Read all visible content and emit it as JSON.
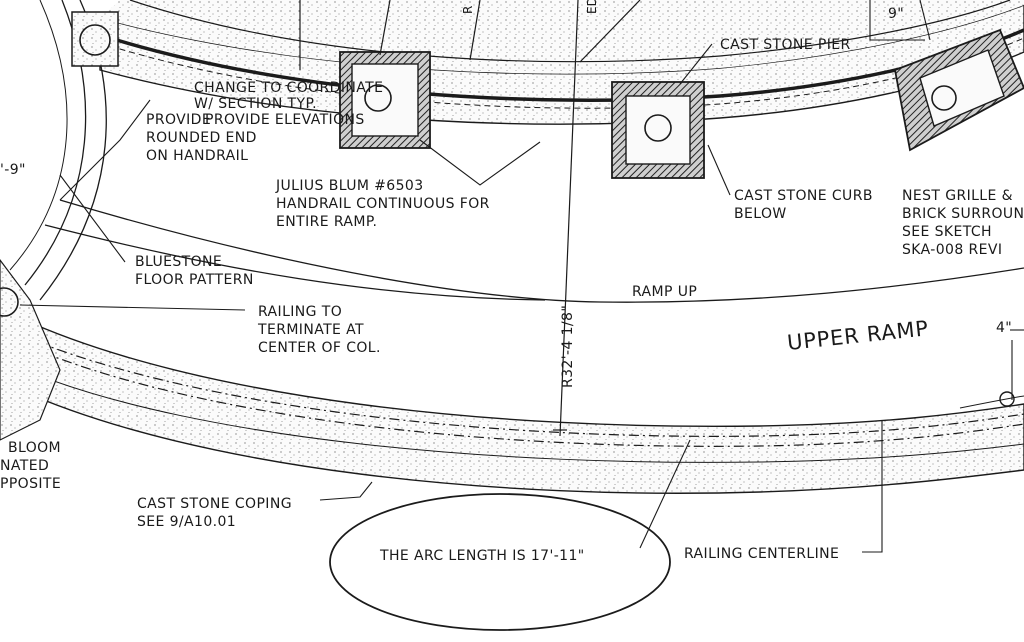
{
  "labels": {
    "cast_stone_pier": "CAST STONE PIER",
    "change_coordinate_1": "CHANGE TO COORDINATE",
    "change_coordinate_2": "W/ SECTION TYP.",
    "provide_elevations": "PROVIDE ELEVATIONS",
    "provide_1": "PROVIDE",
    "rounded_end": "ROUNDED END",
    "on_handrail": "ON HANDRAIL",
    "julius_blum_1": "JULIUS BLUM #6503",
    "julius_blum_2": "HANDRAIL CONTINUOUS FOR",
    "julius_blum_3": "ENTIRE RAMP.",
    "cast_stone_curb_1": "CAST STONE CURB",
    "cast_stone_curb_2": "BELOW",
    "nest_grille_1": "NEST GRILLE &",
    "nest_grille_2": "BRICK SURROUN",
    "nest_grille_3": "SEE SKETCH",
    "nest_grille_4": "SKA-008 REVI",
    "bluestone_1": "BLUESTONE",
    "bluestone_2": "FLOOR PATTERN",
    "railing_1": "RAILING TO",
    "railing_2": "TERMINATE AT",
    "railing_3": "CENTER OF COL.",
    "ramp_up": "RAMP UP",
    "upper_ramp": "UPPER RAMP",
    "radius_dim": "R32'-4 1/8\"",
    "dim_9": "9\"",
    "dim_4": "4\"",
    "dim_9_left": "'-9\"",
    "bloom_1": "BLOOM",
    "bloom_2": "NATED",
    "bloom_3": "PPOSITE",
    "coping_1": "CAST STONE COPING",
    "coping_2": "SEE 9/A10.01",
    "arc_length": "THE ARC LENGTH IS 17'-11\"",
    "railing_centerline": "RAILING CENTERLINE",
    "r_partial": "R",
    "ed_partial": "ED"
  }
}
